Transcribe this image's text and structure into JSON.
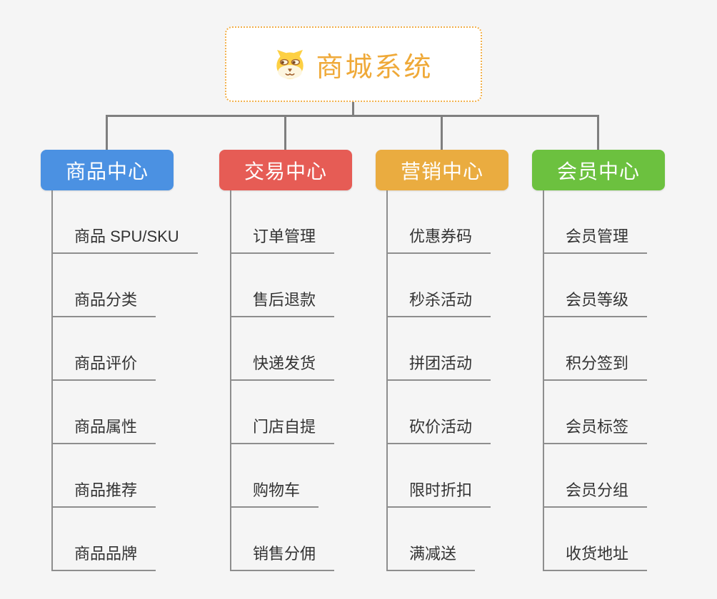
{
  "root": {
    "title": "商城系统",
    "icon": "doge-icon",
    "title_color": "#efa938",
    "border_color": "#f2b04a"
  },
  "branches": [
    {
      "label": "商品中心",
      "color": "#4b91e2",
      "children": [
        "商品 SPU/SKU",
        "商品分类",
        "商品评价",
        "商品属性",
        "商品推荐",
        "商品品牌"
      ]
    },
    {
      "label": "交易中心",
      "color": "#e65c55",
      "children": [
        "订单管理",
        "售后退款",
        "快递发货",
        "门店自提",
        "购物车",
        "销售分佣"
      ]
    },
    {
      "label": "营销中心",
      "color": "#eaac40",
      "children": [
        "优惠券码",
        "秒杀活动",
        "拼团活动",
        "砍价活动",
        "限时折扣",
        "满减送"
      ]
    },
    {
      "label": "会员中心",
      "color": "#6cc13f",
      "children": [
        "会员管理",
        "会员等级",
        "积分签到",
        "会员标签",
        "会员分组",
        "收货地址"
      ]
    }
  ],
  "line_colors": {
    "tree_connector": "#7f7f7f",
    "leaf_underline": "#8e8e8e"
  },
  "background_color": "#f5f5f5"
}
